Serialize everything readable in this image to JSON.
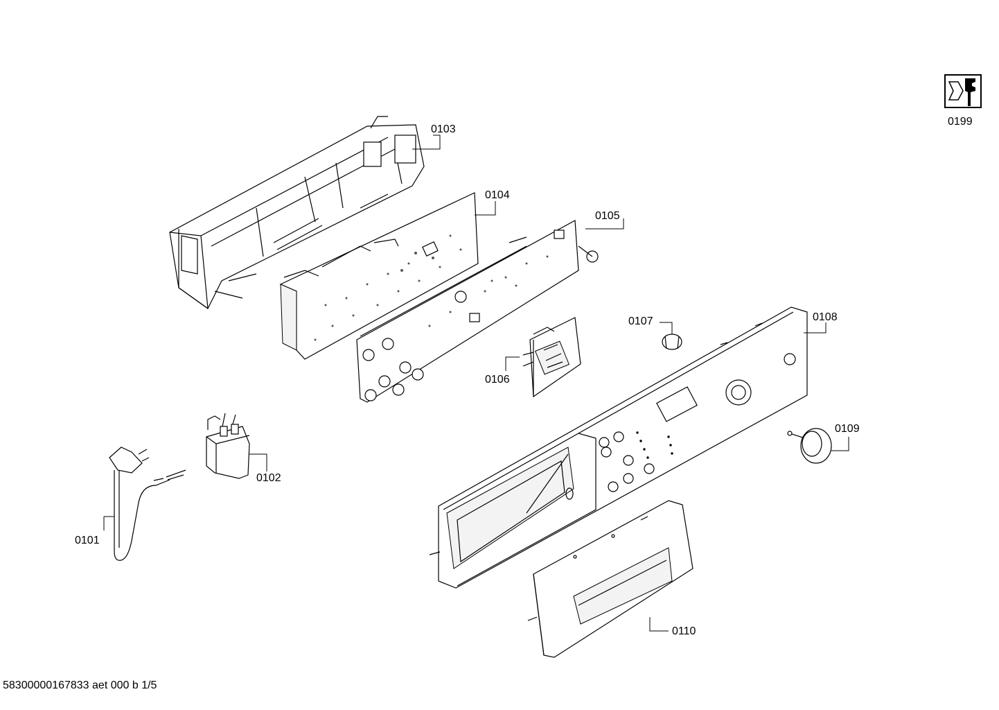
{
  "diagram": {
    "parts": [
      {
        "id": "p0101",
        "label": "0101"
      },
      {
        "id": "p0102",
        "label": "0102"
      },
      {
        "id": "p0103",
        "label": "0103"
      },
      {
        "id": "p0104",
        "label": "0104"
      },
      {
        "id": "p0105",
        "label": "0105"
      },
      {
        "id": "p0106",
        "label": "0106"
      },
      {
        "id": "p0107",
        "label": "0107"
      },
      {
        "id": "p0108",
        "label": "0108"
      },
      {
        "id": "p0109",
        "label": "0109"
      },
      {
        "id": "p0110",
        "label": "0110"
      }
    ],
    "service_icon": {
      "icon": "wrench-nut-icon",
      "label": "0199"
    }
  },
  "footer": {
    "doc_ref": "58300000167833 aet 000 b 1/5"
  }
}
